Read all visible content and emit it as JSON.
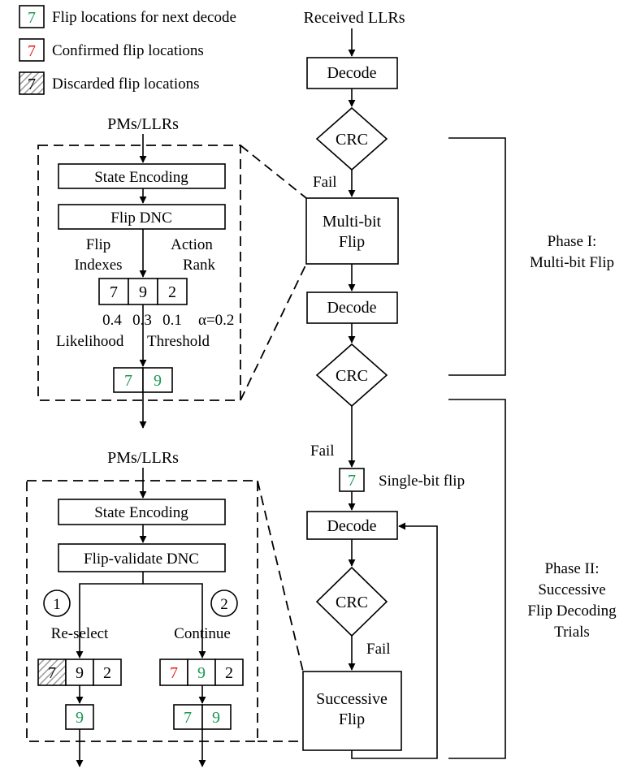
{
  "colors": {
    "green": "#1a9850",
    "red": "#e31a1c",
    "hatch": "#9a9a9a"
  },
  "legend": {
    "sample_digit": "7",
    "next_decode": "Flip locations for next decode",
    "confirmed": "Confirmed flip locations",
    "discarded": "Discarded flip locations"
  },
  "main": {
    "received": "Received LLRs",
    "decode": "Decode",
    "crc": "CRC",
    "fail": "Fail",
    "multibit_line1": "Multi-bit",
    "multibit_line2": "Flip",
    "single_flip_digit": "7",
    "single_flip_label": "Single-bit flip",
    "successive_line1": "Successive",
    "successive_line2": "Flip"
  },
  "phase1": {
    "line1": "Phase I:",
    "line2": "Multi-bit Flip"
  },
  "phase2": {
    "line1": "Phase II:",
    "line2": "Successive",
    "line3": "Flip Decoding",
    "line4": "Trials"
  },
  "dnc_top": {
    "input": "PMs/LLRs",
    "state_encoding": "State Encoding",
    "flip_dnc": "Flip DNC",
    "flip_label1": "Flip",
    "flip_label2": "Indexes",
    "action_label1": "Action",
    "action_label2": "Rank",
    "indexes": [
      "7",
      "9",
      "2"
    ],
    "likelihoods": [
      "0.4",
      "0.3",
      "0.1"
    ],
    "alpha": "α=0.2",
    "likelihood_label": "Likelihood",
    "threshold_label": "Threshold",
    "selected": [
      "7",
      "9"
    ]
  },
  "dnc_bottom": {
    "input": "PMs/LLRs",
    "state_encoding": "State Encoding",
    "flip_validate_dnc": "Flip-validate DNC",
    "option1_num": "1",
    "option2_num": "2",
    "reselect": "Re-select",
    "continue": "Continue",
    "reselect_indexes": [
      "7",
      "9",
      "2"
    ],
    "continue_indexes": [
      "7",
      "9",
      "2"
    ],
    "reselect_result": [
      "9"
    ],
    "continue_result": [
      "7",
      "9"
    ]
  }
}
